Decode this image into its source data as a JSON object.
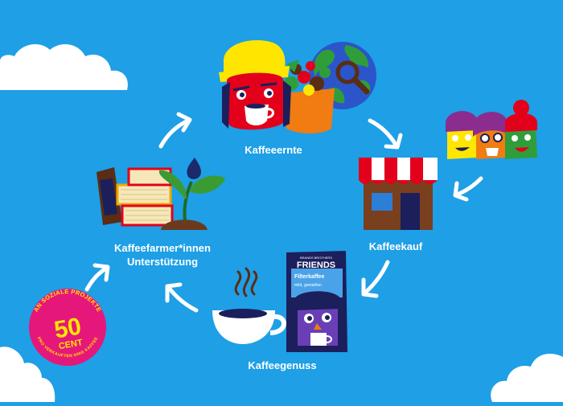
{
  "colors": {
    "background": "#1e9fe6",
    "cloud": "#ffffff",
    "arrow": "#ffffff",
    "badge_fill": "#e6177a",
    "badge_text": "#ffe600",
    "awning_red": "#e3001b",
    "shop_brown": "#7a3f1e",
    "pack_navy": "#1b1f5c",
    "pack_blue": "#4aa3e8",
    "face_red": "#e3001b",
    "hat_yellow": "#ffe600",
    "basket_orange": "#f07c12",
    "globe_blue": "#2b55c9",
    "globe_green": "#2f9e3a",
    "leaf_green": "#3a9b35",
    "drop_navy": "#1b2a6b",
    "soil_brown": "#6b3a1e"
  },
  "steps": {
    "harvest": {
      "label": "Kaffeeernte",
      "icon": "coffee-farmer-harvest-icon"
    },
    "purchase": {
      "label": "Kaffeekauf",
      "icon": "coffee-shop-icon"
    },
    "enjoyment": {
      "label": "Kaffeegenuss",
      "icon": "coffee-cup-and-pack-icon"
    },
    "support": {
      "label_line1": "Kaffeefarmer*innen",
      "label_line2": "Unterstützung",
      "icon": "books-and-seedling-icon"
    }
  },
  "product": {
    "brand_small": "BRANDS BROTHERS",
    "brand": "FRIENDS",
    "type": "Filterkaffee",
    "subtitle": "mild, gemahlen"
  },
  "badge": {
    "top_text": "AN SOZIALE PROJEKTE",
    "amount": "50",
    "unit": "CENT",
    "bottom_text": "PRO VERKAUFTEN 500G KAFFEE"
  }
}
